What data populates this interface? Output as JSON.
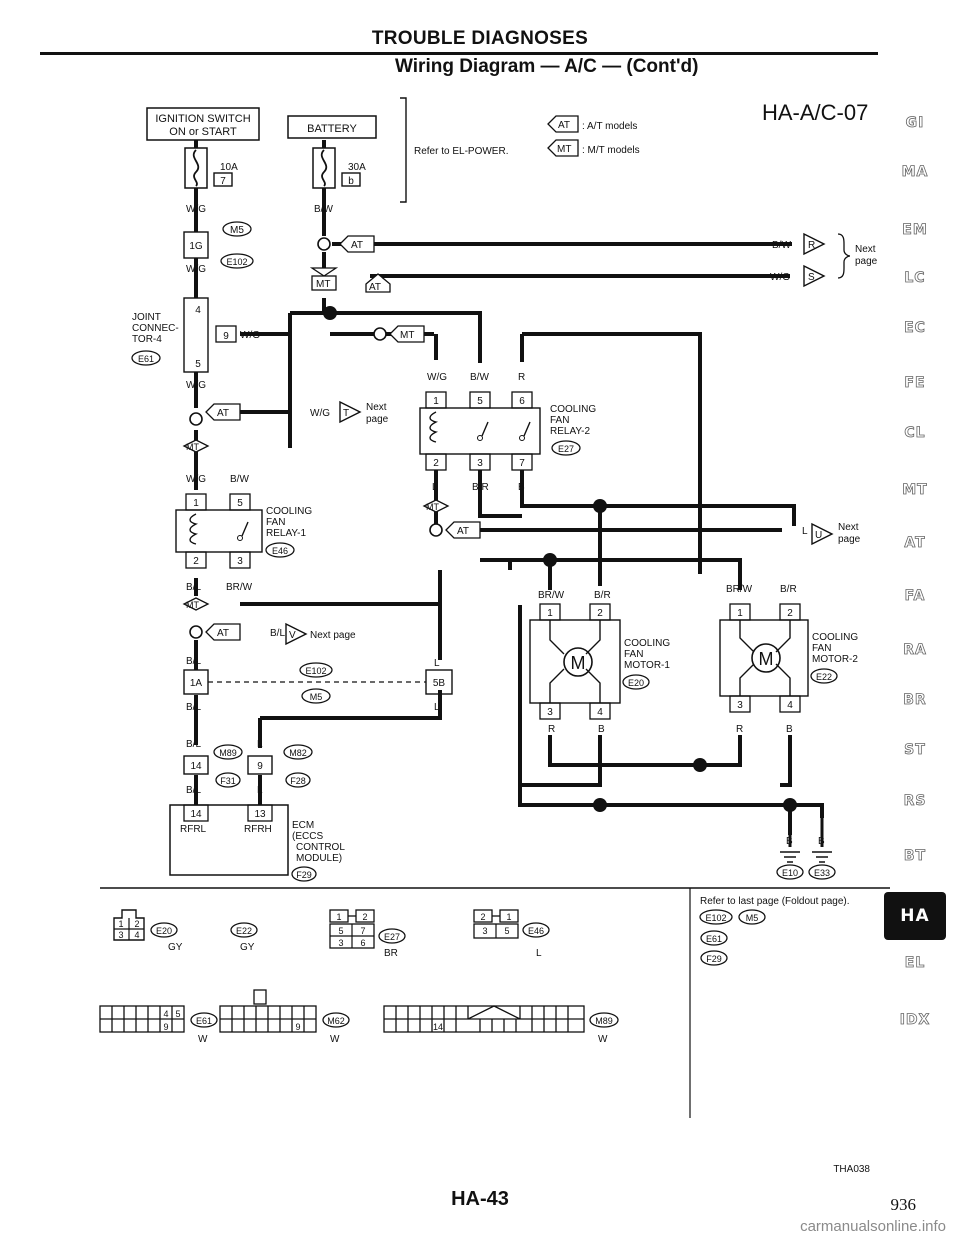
{
  "header": {
    "title": "TROUBLE DIAGNOSES",
    "subtitle": "Wiring Diagram — A/C — (Cont'd)"
  },
  "diagram_id": "HA-A/C-07",
  "legend": {
    "at": "AT",
    "mt": "MT",
    "at_text": ": A/T models",
    "mt_text": ": M/T models"
  },
  "top": {
    "ign_1": "IGNITION SWITCH",
    "ign_2": "ON or START",
    "battery": "BATTERY",
    "fuse1": "10A",
    "fuse1_no": "7",
    "fuse2": "30A",
    "fuse2_no": "b",
    "refer_power": "Refer to EL-POWER."
  },
  "labels": {
    "wg": "W/G",
    "bw": "B/W",
    "r": "R",
    "l": "L",
    "br": "B/R",
    "b": "B",
    "bl": "B/L",
    "brw": "BR/W",
    "next_page": "Next page",
    "next": "Next",
    "page": "page",
    "joint_1": "JOINT",
    "joint_2": "CONNEC-",
    "joint_3": "TOR-4"
  },
  "connectors": {
    "m5": "M5",
    "e102": "E102",
    "e61": "E61",
    "e27": "E27",
    "e46": "E46",
    "e20": "E20",
    "e22": "E22",
    "m89": "M89",
    "m82": "M82",
    "f31": "F31",
    "f28": "F28",
    "f29": "F29",
    "e10": "E10",
    "e33": "E33",
    "m62": "M62"
  },
  "pins": {
    "p1g": "1G",
    "p4": "4",
    "p9": "9",
    "p5": "5",
    "p1": "1",
    "p6": "6",
    "p2": "2",
    "p3": "3",
    "p7": "7",
    "p1a": "1A",
    "p5b": "5B",
    "p14": "14",
    "p13": "13"
  },
  "next_markers": {
    "r": "R",
    "s": "S",
    "t": "T",
    "u": "U",
    "v": "V"
  },
  "components": {
    "relay2": [
      "COOLING",
      "FAN",
      "RELAY-2"
    ],
    "relay1": [
      "COOLING",
      "FAN",
      "RELAY-1"
    ],
    "motor1": [
      "COOLING",
      "FAN",
      "MOTOR-1"
    ],
    "motor2": [
      "COOLING",
      "FAN",
      "MOTOR-2"
    ],
    "ecm": [
      "ECM",
      "(ECCS",
      "CONTROL",
      "MODULE)"
    ],
    "motor_symbol": "M",
    "rfrl": "RFRL",
    "rfrh": "RFRH"
  },
  "bottom": {
    "refer_last": "Refer to last page (Foldout page).",
    "gy": "GY",
    "br": "BR",
    "l": "L",
    "w": "W",
    "c1": [
      "1",
      "2",
      "3",
      "4"
    ],
    "c2": [
      "1",
      "2",
      "5",
      "7",
      "3",
      "6"
    ],
    "c3": [
      "2",
      "1",
      "3",
      "5"
    ],
    "c4": [
      "4",
      "5",
      "9"
    ],
    "c5": [
      "9"
    ],
    "c6": [
      "14"
    ]
  },
  "side_tabs": [
    "GI",
    "MA",
    "EM",
    "LC",
    "EC",
    "FE",
    "CL",
    "MT",
    "AT",
    "FA",
    "RA",
    "BR",
    "ST",
    "RS",
    "BT",
    "HA",
    "EL",
    "IDX"
  ],
  "active_tab": "HA",
  "footer": {
    "page_label": "HA-43",
    "page_number": "936",
    "diagram_code": "THA038",
    "watermark": "carmanualsonline.info"
  }
}
